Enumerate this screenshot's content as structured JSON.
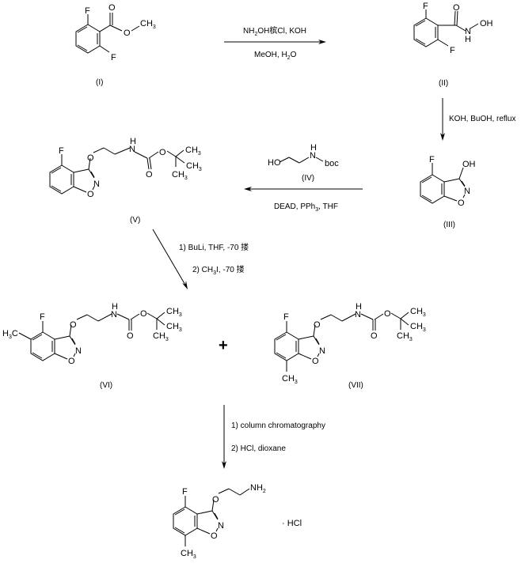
{
  "title": "Synthesis scheme of 2-(4-fluoro-7-methyl-1,2-benzisoxazol-3-yloxy)ethylamine hydrochloride",
  "compounds": {
    "I": {
      "label": "(I)",
      "atoms": {
        "F_top": "F",
        "F_bottom": "F",
        "O_carbonyl": "O",
        "O_ester": "O",
        "CH3": "CH",
        "CH3_sub": "3"
      }
    },
    "II": {
      "label": "(II)",
      "atoms": {
        "F_top": "F",
        "F_bottom": "F",
        "O_carbonyl": "O",
        "N": "N",
        "H": "H",
        "OH": "OH"
      }
    },
    "III": {
      "label": "(III)",
      "atoms": {
        "F": "F",
        "OH": "OH",
        "N": "N",
        "O": "O"
      }
    },
    "IV": {
      "label": "(IV)",
      "atoms": {
        "HO": "HO",
        "N": "N",
        "H": "H",
        "boc": "boc"
      }
    },
    "V": {
      "label": "(V)",
      "atoms": {
        "F": "F",
        "O_ether": "O",
        "N_ring": "N",
        "O_ring": "O",
        "NH_N": "N",
        "NH_H": "H",
        "O_carbonyl": "O",
        "O_ester": "O",
        "CH3": "CH",
        "CH3_sub": "3"
      }
    },
    "VI": {
      "label": "(VI)",
      "atoms": {
        "F": "F",
        "H3C_H": "H",
        "H3C_sub": "3",
        "H3C_C": "C",
        "O_ether": "O",
        "N_ring": "N",
        "O_ring": "O",
        "NH_N": "N",
        "NH_H": "H",
        "O_carbonyl": "O",
        "O_ester": "O",
        "CH3": "CH",
        "CH3_sub": "3"
      }
    },
    "VII": {
      "label": "(VII)",
      "atoms": {
        "F": "F",
        "O_ether": "O",
        "N_ring": "N",
        "O_ring": "O",
        "NH_N": "N",
        "NH_H": "H",
        "O_carbonyl": "O",
        "O_ester": "O",
        "CH3": "CH",
        "CH3_sub": "3"
      }
    },
    "product": {
      "atoms": {
        "F": "F",
        "O_ether": "O",
        "N_ring": "N",
        "O_ring": "O",
        "NH2": "NH",
        "NH2_sub": "2",
        "CH3": "CH",
        "CH3_sub": "3"
      },
      "salt": "· HCl"
    }
  },
  "steps": {
    "step1": {
      "above_a": "NH",
      "above_sub": "2",
      "above_b": "OH",
      "above_garble": "槟",
      "above_c": "Cl, KOH",
      "below_a": "MeOH, H",
      "below_sub": "2",
      "below_b": "O"
    },
    "step2": {
      "conditions": "KOH, BuOH, reflux"
    },
    "step3": {
      "below_a": "DEAD, PPh",
      "below_sub": "3",
      "below_b": ", THF"
    },
    "step4": {
      "line1": "1) BuLi, THF, -70 搂",
      "line2_a": "2) CH",
      "line2_sub": "3",
      "line2_b": "I, -70 搂"
    },
    "step5": {
      "line1": "1) column chromatography",
      "line2": "2) HCl, dioxane"
    }
  },
  "plus_sign": "+"
}
